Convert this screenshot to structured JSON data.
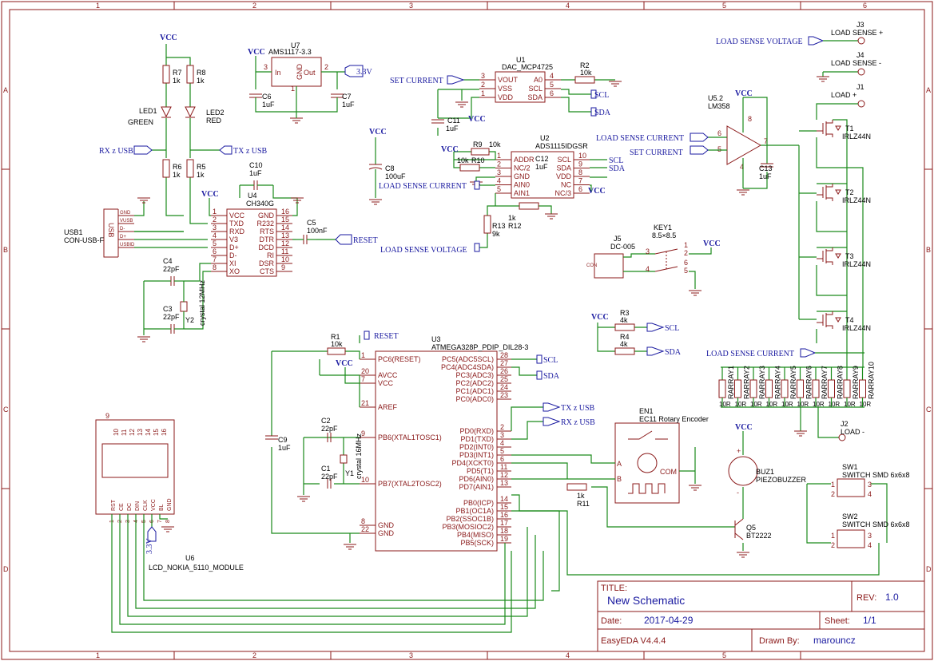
{
  "title_block": {
    "title_label": "TITLE:",
    "title": "New Schematic",
    "rev_label": "REV:",
    "rev": "1.0",
    "date_label": "Date:",
    "date": "2017-04-29",
    "sheet_label": "Sheet:",
    "sheet": "1/1",
    "tool": "EasyEDA V4.4.4",
    "drawn_label": "Drawn By:",
    "drawn": "marouncz"
  },
  "grid": {
    "cols": [
      "1",
      "2",
      "3",
      "4",
      "5",
      "6"
    ],
    "rows": [
      "A",
      "B",
      "C",
      "D"
    ]
  },
  "power": {
    "vcc": "VCC",
    "v33": "3.3V"
  },
  "nets": {
    "rx_usb": "RX z USB",
    "tx_usb": "TX z USB",
    "reset": "RESET",
    "set_current": "SET CURRENT",
    "scl": "SCL",
    "sda": "SDA",
    "load_sense_current": "LOAD SENSE CURRENT",
    "load_sense_voltage": "LOAD SENSE VOLTAGE"
  },
  "u7": {
    "ref": "U7",
    "value": "AMS1117-3.3",
    "in": "In",
    "gnd": "GND",
    "out": "Out",
    "p3": "3",
    "p2": "2",
    "p1": "1"
  },
  "c6": {
    "ref": "C6",
    "value": "1uF"
  },
  "c7": {
    "ref": "C7",
    "value": "1uF"
  },
  "r7": {
    "ref": "R7",
    "value": "1k"
  },
  "r8": {
    "ref": "R8",
    "value": "1k"
  },
  "led1": {
    "ref": "LED1",
    "value": "GREEN"
  },
  "led2": {
    "ref": "LED2",
    "value": "RED"
  },
  "r6": {
    "ref": "R6",
    "value": "1k"
  },
  "r5": {
    "ref": "R5",
    "value": "1k"
  },
  "c10": {
    "ref": "C10",
    "value": "1uF"
  },
  "u4": {
    "ref": "U4",
    "value": "CH340G",
    "left": [
      [
        "1",
        "VCC"
      ],
      [
        "2",
        "TXD"
      ],
      [
        "3",
        "RXD"
      ],
      [
        "4",
        "V3"
      ],
      [
        "5",
        "D+"
      ],
      [
        "6",
        "D-"
      ],
      [
        "7",
        "XI"
      ],
      [
        "8",
        "XO"
      ]
    ],
    "right": [
      [
        "16",
        "GND"
      ],
      [
        "15",
        "R232"
      ],
      [
        "14",
        "RTS"
      ],
      [
        "13",
        "DTR"
      ],
      [
        "12",
        "DCD"
      ],
      [
        "11",
        "RI"
      ],
      [
        "10",
        "DSR"
      ],
      [
        "9",
        "CTS"
      ]
    ]
  },
  "usb1": {
    "ref": "USB1",
    "value": "CON-USB-F",
    "body": "USB",
    "pins": [
      "GND",
      "VUSB",
      "D-",
      "D+",
      "USBID"
    ]
  },
  "c5": {
    "ref": "C5",
    "value": "100nF"
  },
  "c4": {
    "ref": "C4",
    "value": "22pF"
  },
  "c3": {
    "ref": "C3",
    "value": "22pF"
  },
  "y2": {
    "ref": "Y2",
    "value": "crystal 12MHz"
  },
  "c8": {
    "ref": "C8",
    "value": "100uF"
  },
  "j1dac": {
    "ref": "U1",
    "value": "DAC_MCP4725",
    "left": [
      [
        "3",
        "VOUT"
      ],
      [
        "2",
        "VSS"
      ],
      [
        "1",
        "VDD"
      ]
    ],
    "right": [
      [
        "4",
        "A0"
      ],
      [
        "5",
        "SCL"
      ],
      [
        "6",
        "SDA"
      ]
    ]
  },
  "r2": {
    "ref": "R2",
    "value": "10k"
  },
  "c11": {
    "ref": "C11",
    "value": "1uF"
  },
  "u2": {
    "ref": "U2",
    "value": "ADS1115IDGSR",
    "left": [
      [
        "1",
        "ADDR"
      ],
      [
        "2",
        "NC/2"
      ],
      [
        "3",
        "GND"
      ],
      [
        "4",
        "AIN0"
      ],
      [
        "5",
        "AIN1"
      ]
    ],
    "right": [
      [
        "10",
        "SCL"
      ],
      [
        "9",
        "SDA"
      ],
      [
        "8",
        "VDD"
      ],
      [
        "7",
        "NC"
      ],
      [
        "6",
        "NC/3"
      ]
    ]
  },
  "r9": {
    "ref": "R9",
    "value": "10k"
  },
  "r10": {
    "ref": "R10",
    "value": "10k"
  },
  "c12": {
    "ref": "C12",
    "value": "1uF"
  },
  "r12": {
    "ref": "R12",
    "value": "1k"
  },
  "r13": {
    "ref": "R13",
    "value": "9k"
  },
  "u5": {
    "ref": "U5.2",
    "value": "LM358",
    "p6": "6",
    "p5": "5",
    "p7": "7",
    "p8": "8",
    "p4": "4"
  },
  "c13": {
    "ref": "C13",
    "value": "1uF"
  },
  "j3": {
    "ref": "J3",
    "value": "LOAD SENSE +"
  },
  "j4": {
    "ref": "J4",
    "value": "LOAD SENSE -"
  },
  "j1": {
    "ref": "J1",
    "value": "LOAD +"
  },
  "j2": {
    "ref": "J2",
    "value": "LOAD -"
  },
  "mosfets": [
    {
      "ref": "T1",
      "value": "IRLZ44N"
    },
    {
      "ref": "T2",
      "value": "IRLZ44N"
    },
    {
      "ref": "T3",
      "value": "IRLZ44N"
    },
    {
      "ref": "T4",
      "value": "IRLZ44N"
    }
  ],
  "j5": {
    "ref": "J5",
    "value": "DC-005",
    "con": "CON"
  },
  "key1": {
    "ref": "KEY1",
    "value": "8.5×8.5",
    "pins": [
      "1",
      "2",
      "3",
      "4",
      "5",
      "6"
    ]
  },
  "r3": {
    "ref": "R3",
    "value": "4k"
  },
  "r4": {
    "ref": "R4",
    "value": "4k"
  },
  "rarray": {
    "refs": [
      "RARRAY1",
      "RARRAY2",
      "RARRAY3",
      "RARRAY4",
      "RARRAY5",
      "RARRAY6",
      "RARRAY7",
      "RARRAY8",
      "RARRAY9",
      "RARRAY10"
    ],
    "value": "10R"
  },
  "r1": {
    "ref": "R1",
    "value": "10k"
  },
  "u3": {
    "ref": "U3",
    "value": "ATMEGA328P_PDIP_DIL28-3",
    "left": [
      [
        "1",
        "PC6(RESET)"
      ],
      [
        "20",
        "AVCC"
      ],
      [
        "7",
        "VCC"
      ],
      [
        "21",
        "AREF"
      ],
      [
        "9",
        "PB6(XTAL1TOSC1)"
      ],
      [
        "10",
        "PB7(XTAL2TOSC2)"
      ],
      [
        "8",
        "GND"
      ],
      [
        "22",
        "GND"
      ]
    ],
    "right": [
      [
        "28",
        "PC5(ADC5SCL)"
      ],
      [
        "27",
        "PC4(ADC4SDA)"
      ],
      [
        "26",
        "PC3(ADC3)"
      ],
      [
        "25",
        "PC2(ADC2)"
      ],
      [
        "24",
        "PC1(ADC1)"
      ],
      [
        "23",
        "PC0(ADC0)"
      ],
      [
        "2",
        "PD0(RXD)"
      ],
      [
        "3",
        "PD1(TXD)"
      ],
      [
        "4",
        "PD2(INT0)"
      ],
      [
        "5",
        "PD3(INT1)"
      ],
      [
        "6",
        "PD4(XCKT0)"
      ],
      [
        "11",
        "PD5(T1)"
      ],
      [
        "12",
        "PD6(AIN0)"
      ],
      [
        "13",
        "PD7(AIN1)"
      ],
      [
        "14",
        "PB0(ICP)"
      ],
      [
        "15",
        "PB1(OC1A)"
      ],
      [
        "16",
        "PB2(SSOC1B)"
      ],
      [
        "17",
        "PB3(MOSIOC2)"
      ],
      [
        "18",
        "PB4(MISO)"
      ],
      [
        "19",
        "PB5(SCK)"
      ]
    ]
  },
  "c9": {
    "ref": "C9",
    "value": "1uF"
  },
  "c2": {
    "ref": "C2",
    "value": "22pF"
  },
  "c1": {
    "ref": "C1",
    "value": "22pF"
  },
  "y1": {
    "ref": "Y1",
    "value": "crystal 16MHz"
  },
  "en1": {
    "ref": "EN1",
    "value": "EC11 Rotary Encoder",
    "a": "A",
    "b": "B",
    "com": "COM"
  },
  "r11": {
    "ref": "R11",
    "value": "1k"
  },
  "q5": {
    "ref": "Q5",
    "value": "BT2222"
  },
  "buz1": {
    "ref": "BUZ1",
    "value": "PIEZOBUZZER",
    "plus": "+",
    "minus": "-"
  },
  "sw1": {
    "ref": "SW1",
    "value": "SWITCH SMD 6x6x8",
    "pins": [
      "1",
      "2",
      "3",
      "4"
    ]
  },
  "sw2": {
    "ref": "SW2",
    "value": "SWITCH SMD 6x6x8",
    "pins": [
      "1",
      "2",
      "3",
      "4"
    ]
  },
  "u6": {
    "ref": "U6",
    "value": "LCD_NOKIA_5110_MODULE",
    "top_pins": [
      "10",
      "11",
      "12",
      "13",
      "14",
      "15",
      "16"
    ],
    "top_num": "9",
    "bottom_labels": [
      "RST",
      "CE",
      "DC",
      "DIN",
      "CLK",
      "VCC",
      "BL",
      "GND"
    ],
    "bottom_nums": [
      "1",
      "2",
      "3",
      "4",
      "5",
      "6",
      "7",
      "8"
    ]
  }
}
